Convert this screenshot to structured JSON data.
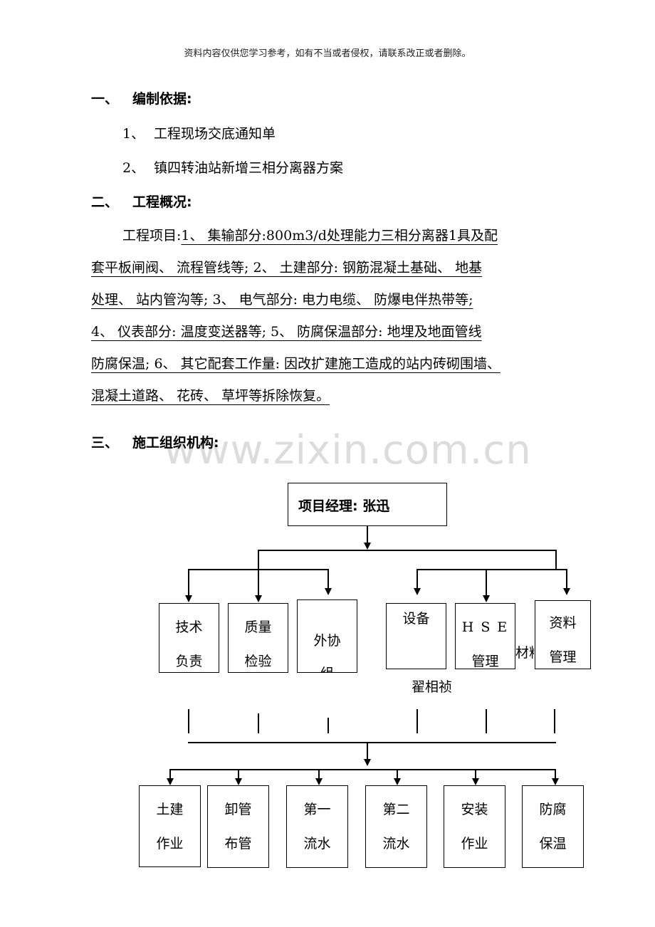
{
  "header_note": "资料内容仅供您学习参考，如有不当或者侵权，请联系改正或者删除。",
  "sections": {
    "s1": {
      "num": "一、",
      "title": "编制依据:"
    },
    "s1_items": [
      {
        "num": "1、",
        "text": "工程现场交底通知单"
      },
      {
        "num": "2、",
        "text": "镇四转油站新增三相分离器方案"
      }
    ],
    "s2": {
      "num": "二、",
      "title": "工程概况:"
    },
    "s2_lines": {
      "l1_prefix": "工程项目:",
      "l1": "1、 集输部分:800m3/d处理能力三相分离器1具及配",
      "l2": "套平板闸阀、 流程管线等; 2、 土建部分: 钢筋混凝土基础、 地基",
      "l3": "处理、 站内管沟等; 3、 电气部分: 电力电缆、 防爆电伴热带等;",
      "l4": "4、 仪表部分: 温度变送器等; 5、 防腐保温部分: 地埋及地面管线",
      "l5": "防腐保温; 6、 其它配套工作量: 因改扩建施工造成的站内砖砌围墙、",
      "l6": "混凝土道路、 花砖、 草坪等拆除恢复。"
    },
    "s3": {
      "num": "三、",
      "title": "施工组织机构:"
    }
  },
  "watermark": "www.zixin.com.cn",
  "org": {
    "manager": "项目经理: 张迅",
    "mid": [
      {
        "l1": "技术",
        "l2": "负责"
      },
      {
        "l1": "质量",
        "l2": "检验"
      },
      {
        "l1": "外协",
        "l2": "组"
      },
      {
        "l1": "设备",
        "l2": ""
      },
      {
        "l1": "H S E",
        "l2": "管理"
      },
      {
        "l1": "资料",
        "l2": "管理"
      }
    ],
    "stray_material": "材料",
    "stray_name": "翟相祯",
    "bottom": [
      {
        "l1": "土建",
        "l2": "作业"
      },
      {
        "l1": "卸管",
        "l2": "布管"
      },
      {
        "l1": "第一",
        "l2": "流水"
      },
      {
        "l1": "第二",
        "l2": "流水"
      },
      {
        "l1": "安装",
        "l2": "作业"
      },
      {
        "l1": "防腐",
        "l2": "保温"
      }
    ]
  }
}
